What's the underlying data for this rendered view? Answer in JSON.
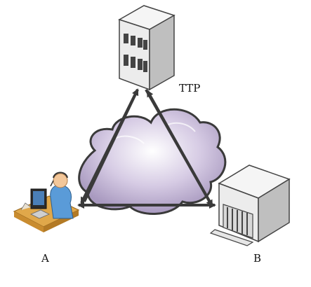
{
  "nodes": {
    "ttp": {
      "label": "TTP",
      "icon": "office-building-icon"
    },
    "a": {
      "label": "A",
      "icon": "user-at-desk-icon"
    },
    "b": {
      "label": "B",
      "icon": "bank-building-icon"
    }
  },
  "network": {
    "icon": "cloud-icon"
  },
  "colors": {
    "cloud_fill": "#c9bcd8",
    "cloud_stroke": "#3a3a3a",
    "arrow": "#3a3a3a",
    "building_face": "#ececec",
    "building_side": "#bfbfbf",
    "building_top": "#f5f5f5",
    "desk": "#e0a84a",
    "person_shirt": "#5a9bd8",
    "person_skin": "#f3c79a"
  }
}
